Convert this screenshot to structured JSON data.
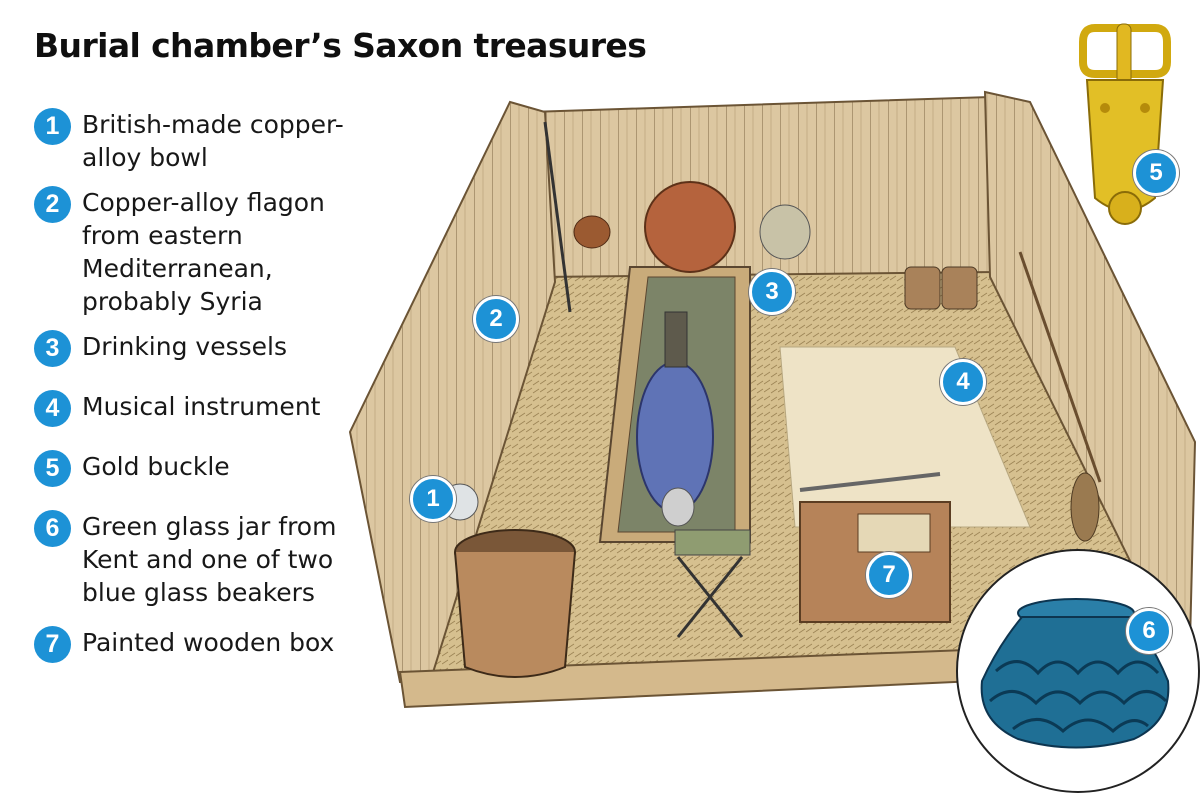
{
  "title": "Burial chamber’s Saxon treasures",
  "legend": [
    {
      "number": "1",
      "text": "British-made copper-alloy bowl"
    },
    {
      "number": "2",
      "text": "Copper-alloy flagon from eastern Mediterranean, probably Syria"
    },
    {
      "number": "3",
      "text": "Drinking vessels"
    },
    {
      "number": "4",
      "text": "Musical instrument"
    },
    {
      "number": "5",
      "text": "Gold buckle"
    },
    {
      "number": "6",
      "text": "Green glass jar from Kent and one of two blue glass beakers"
    },
    {
      "number": "7",
      "text": "Painted wooden box"
    }
  ],
  "markers": [
    "1",
    "2",
    "3",
    "4",
    "5",
    "6",
    "7"
  ],
  "colors": {
    "marker": "#1d92d6",
    "wood": "#d9c39d",
    "floor": "#d8c49a",
    "gold": "#e1b821",
    "glass": "#1f6f95"
  }
}
